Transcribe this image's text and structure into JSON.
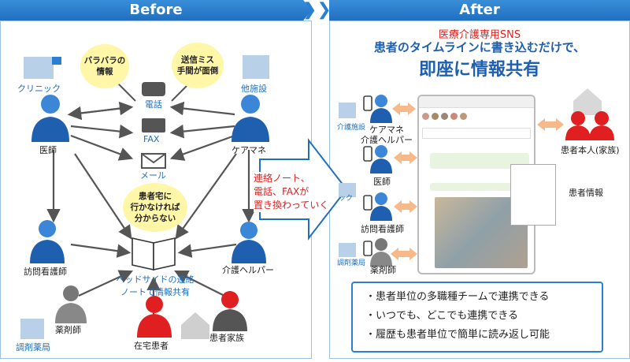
{
  "headers": {
    "before": "Before",
    "after": "After",
    "chevrons": "❯❯❯"
  },
  "before": {
    "clinic": "クリニック",
    "doctor": "医師",
    "other_facility": "他施設",
    "care_manager": "ケアマネ",
    "bubble_scattered": [
      "バラバラの",
      "情報"
    ],
    "bubble_send_miss": [
      "送信ミス",
      "手間が面倒"
    ],
    "phone": "電話",
    "fax": "FAX",
    "mail": "メール",
    "bubble_visit": [
      "患者宅に",
      "行かなければ",
      "分からない"
    ],
    "visiting_nurse": "訪問看護師",
    "care_helper": "介護ヘルパー",
    "bedside_note": [
      "ベッドサイドの連絡",
      "ノートで情報共有"
    ],
    "pharmacist": "薬剤師",
    "pharmacy": "調剤薬局",
    "home_patient": "在宅患者",
    "patient_family": "患者家族"
  },
  "transition": [
    "連絡ノート、",
    "電話、FAXが",
    "置き換わっていく"
  ],
  "after": {
    "title_line1": "医療介護専用SNS",
    "title_line2": "患者のタイムラインに書き込むだけで、",
    "title_line3": "即座に情報共有",
    "care_facility": "介護施設",
    "care_manager_helper": [
      "ケアマネ",
      "介護ヘルパー"
    ],
    "doctor": "医師",
    "clinic_partial": "ック",
    "visiting_nurse": "訪問看護師",
    "pharmacy": "調剤薬局",
    "pharmacist": "薬剤師",
    "patient_family": "患者本人(家族)",
    "patient_info": "患者情報",
    "benefits": [
      "・患者単位の多職種チームで連携できる",
      "・いつでも、どこでも連携できる",
      "・履歴も患者単位で簡単に読み返し可能"
    ]
  },
  "colors": {
    "accent": "#1f6fc0",
    "header": "#2a7fd0",
    "patient_red": "#e02020",
    "bubble": "#fff6a8",
    "arrow_orange": "#f7b98a"
  }
}
